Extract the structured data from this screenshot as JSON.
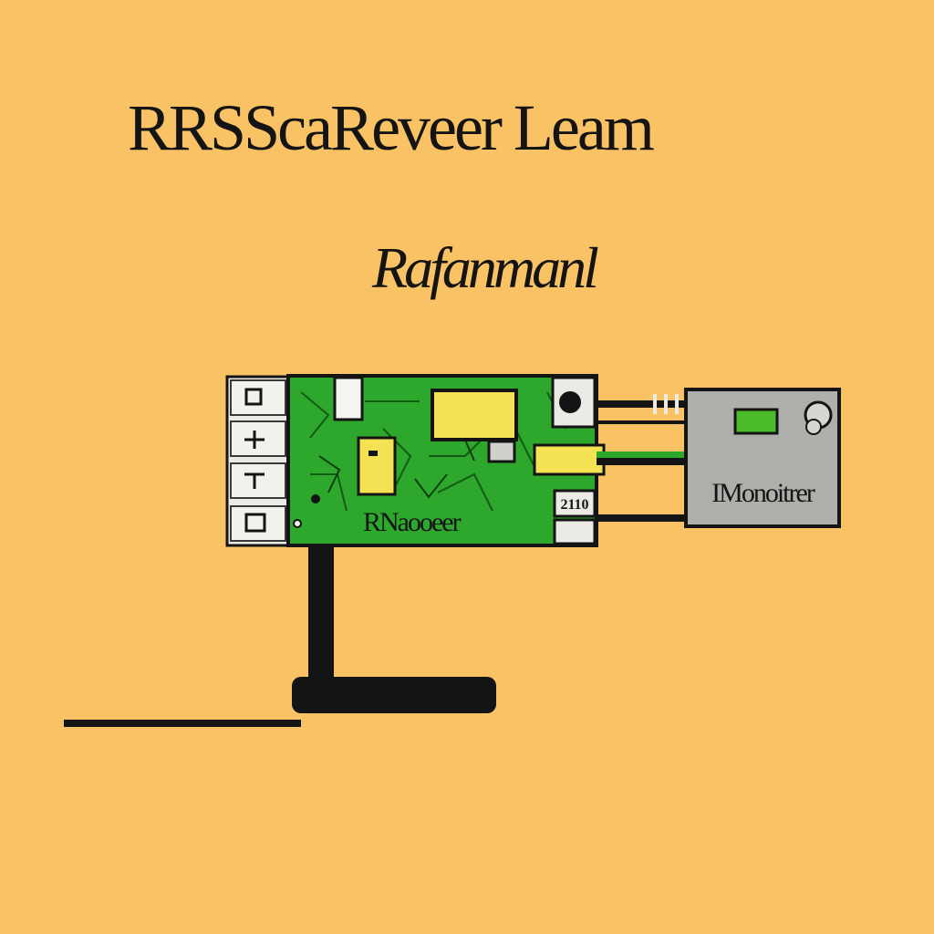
{
  "title": "RRSScaReveer Leam",
  "subtitle": "Rafanmanl",
  "board": {
    "label": "RNaooeer",
    "chip_label": "2110",
    "port_labels": [
      "",
      "",
      "",
      ""
    ]
  },
  "monitor": {
    "label": "IMonoitrer"
  },
  "colors": {
    "background": "#f8c265",
    "board_green": "#2ea82c",
    "chip_yellow": "#f4e154",
    "monitor_grey": "#aeaeaa",
    "monitor_led": "#4cbb2a",
    "ink": "#141414"
  }
}
